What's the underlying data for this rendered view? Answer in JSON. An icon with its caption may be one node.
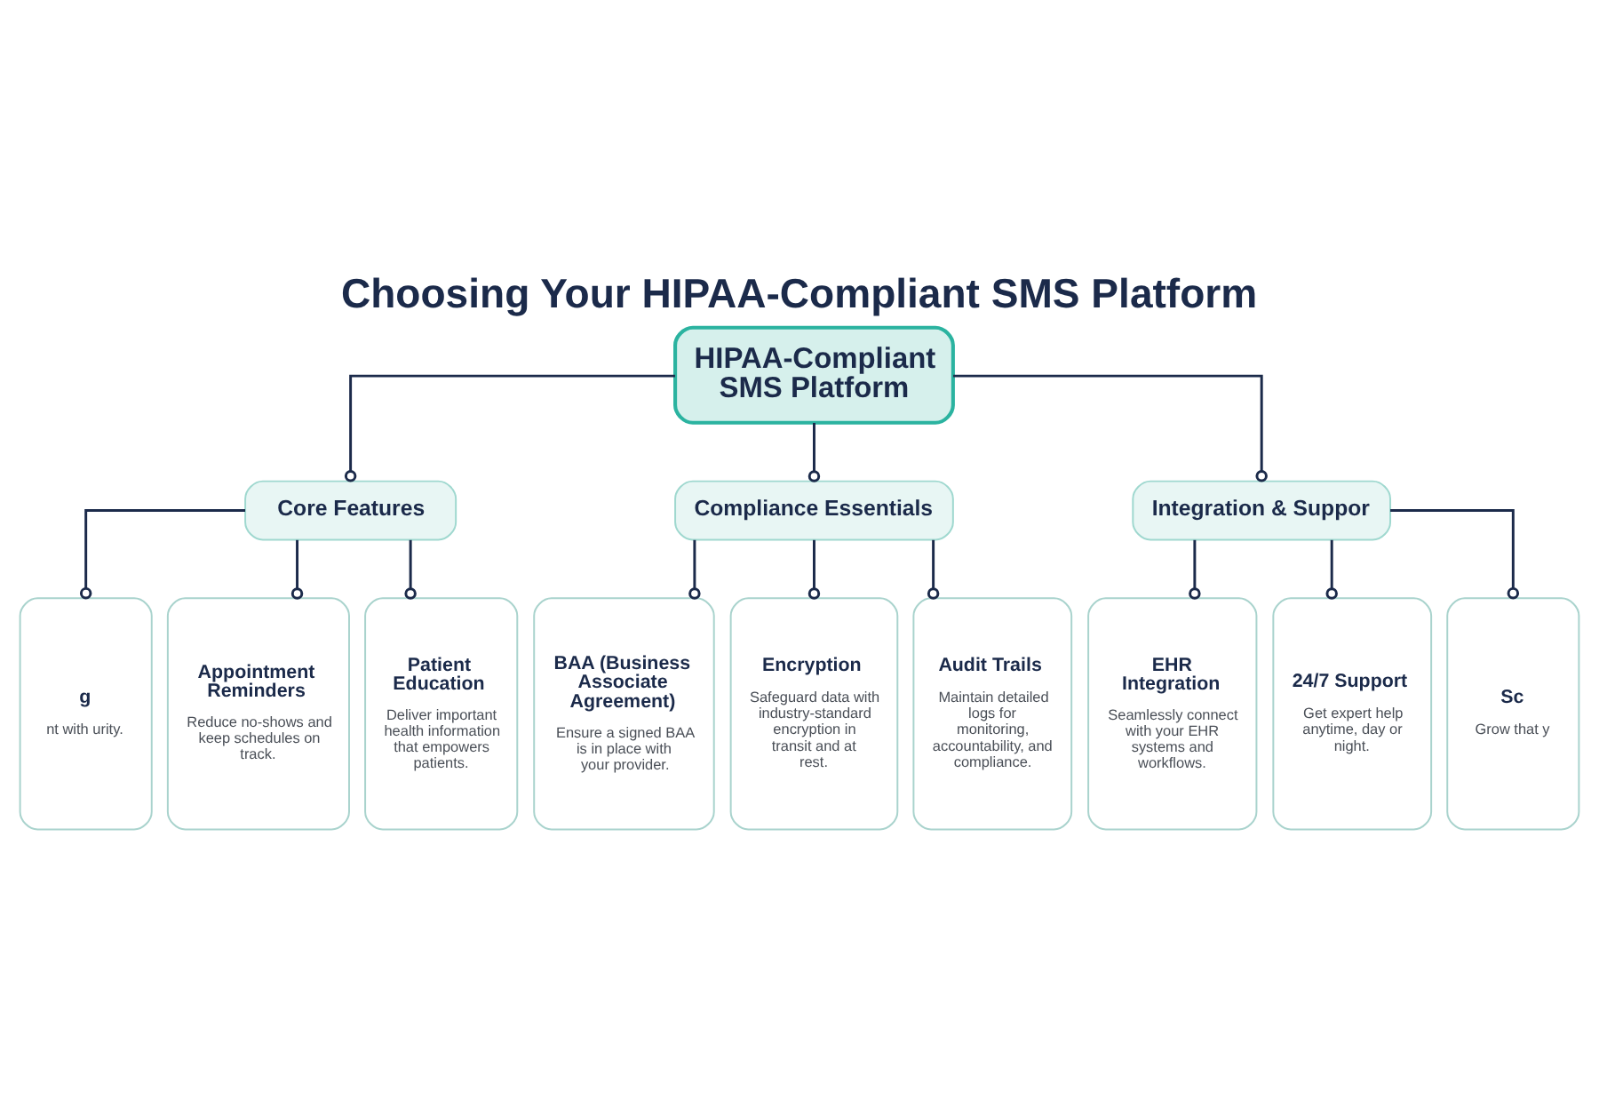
{
  "diagram": {
    "title": "Choosing Your HIPAA-Compliant SMS Platform",
    "nodes": [
      {
        "text": [
          "HIPAA-Compliant SMS Platform"
        ]
      },
      {
        "text": [
          "Core Features"
        ]
      },
      {
        "text": [
          "Compliance Essentials"
        ]
      },
      {
        "text": [
          "Integration & Suppor"
        ]
      },
      {
        "text": [
          "g",
          "nt with urity."
        ]
      },
      {
        "text": [
          "Appointment Reminders",
          "Reduce no-shows and keep schedules on track."
        ]
      },
      {
        "text": [
          "Patient Education",
          "Deliver important health information that empowers patients."
        ]
      },
      {
        "text": [
          "BAA (Business Associate Agreement)",
          "Ensure a signed BAA is in place with your provider."
        ]
      },
      {
        "text": [
          "Encryption",
          "Safeguard data with industry-standard encryption in transit and at rest."
        ]
      },
      {
        "text": [
          "Audit Trails",
          "Maintain detailed logs for monitoring, accountability, and compliance."
        ]
      },
      {
        "text": [
          "EHR Integration",
          "Seamlessly connect with your EHR systems and workflows."
        ]
      },
      {
        "text": [
          "24/7 Support",
          "Get expert help anytime, day or night."
        ]
      },
      {
        "text": [
          "Sc",
          "Grow that y"
        ]
      }
    ],
    "edges": [
      {
        "from": 0,
        "to": 1,
        "arrow": "other"
      },
      {
        "from": 0,
        "to": 2,
        "arrow": "other"
      },
      {
        "from": 0,
        "to": 3,
        "arrow": "other"
      },
      {
        "from": 1,
        "to": 4,
        "arrow": "other"
      },
      {
        "from": 1,
        "to": 5,
        "arrow": "other"
      },
      {
        "from": 1,
        "to": 6,
        "arrow": "other"
      },
      {
        "from": 2,
        "to": 7,
        "arrow": "other"
      },
      {
        "from": 2,
        "to": 8,
        "arrow": "other"
      },
      {
        "from": 2,
        "to": 9,
        "arrow": "other"
      },
      {
        "from": 3,
        "to": 10,
        "arrow": "other"
      },
      {
        "from": 3,
        "to": 11,
        "arrow": "other"
      },
      {
        "from": 3,
        "to": 12,
        "arrow": "other"
      }
    ]
  }
}
